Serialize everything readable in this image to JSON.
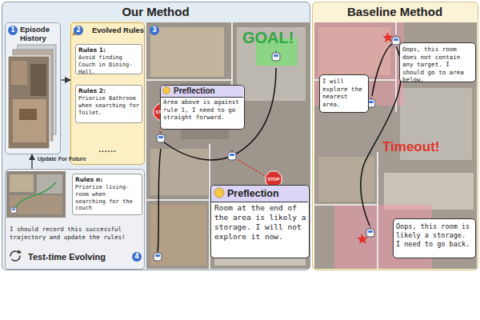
{
  "diagram": {
    "nodes": [
      {
        "text": [
          "Our Method"
        ]
      },
      {
        "text": [
          "1",
          "Episode History"
        ],
        "in": 0
      },
      {
        "text": [
          "2",
          "Evolved Rules",
          "......"
        ],
        "in": 0
      },
      {
        "text": [
          "Rules 1:",
          "Avoid finding Couch in Dining-Hall."
        ],
        "in": 2
      },
      {
        "text": [
          "Rules 2:",
          "Priorize Bathroom when searching for Toilet."
        ],
        "in": 2
      },
      {
        "text": [
          "3"
        ],
        "in": 0
      },
      {
        "text": [
          "Preflection",
          "Area above is against rule 1, I need to go straight forward."
        ],
        "in": 5
      },
      {
        "text": [
          "Preflection",
          "Room at the end of the area is likely a storage. I will not explore it now."
        ],
        "in": 5
      },
      {
        "text": [
          "I should record this successful trajectory and update the rules!",
          "Test-time Evolving",
          "4"
        ],
        "in": 0
      },
      {
        "text": [
          "Rules n:",
          "Priorize living-room when searching for the couch"
        ],
        "in": 8
      },
      {
        "text": [
          "Baseline Method"
        ]
      },
      {
        "text": [
          "I will explore the nearest area."
        ],
        "in": 10
      },
      {
        "text": [
          "Oops, this room does not contain any target. I should go to area below."
        ],
        "in": 10
      },
      {
        "text": [
          "Oops, this room is likely a storage. I need to go back."
        ],
        "in": 10
      }
    ],
    "edges": [
      {
        "from": 1,
        "to": 2,
        "arrow": "to"
      },
      {
        "from": 8,
        "to": 1,
        "label": "Update For Future",
        "arrow": "to"
      }
    ],
    "labels": [
      "GOAL!",
      "STOP",
      "STOP",
      "Timeout!"
    ]
  }
}
